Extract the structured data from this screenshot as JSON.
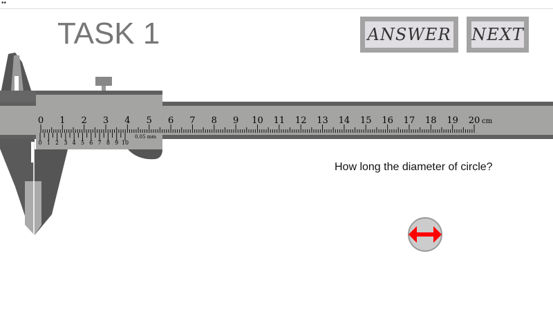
{
  "status_bar": {
    "dots": "••"
  },
  "header": {
    "title": "TASK 1",
    "answer_label": "ANSWER",
    "next_label": "NEXT"
  },
  "caliper": {
    "main_scale_labels": [
      "0",
      "1",
      "2",
      "3",
      "4",
      "5",
      "6",
      "7",
      "8",
      "9",
      "10",
      "11",
      "12",
      "13",
      "14",
      "15",
      "16",
      "17",
      "18",
      "19",
      "20"
    ],
    "unit": "cm",
    "vernier_labels": [
      "0",
      "1",
      "2",
      "3",
      "4",
      "5",
      "6",
      "7",
      "8",
      "9",
      "10"
    ],
    "precision": "0.05 mm",
    "colors": {
      "dark": "#5f5f5f",
      "body": "#a4a5a3",
      "jaw": "#555555"
    }
  },
  "question": "How long the diameter of circle?",
  "measure_button": {
    "icon": "double-arrow-icon",
    "arrow_color": "#ff0000",
    "fill": "#cccccc"
  }
}
